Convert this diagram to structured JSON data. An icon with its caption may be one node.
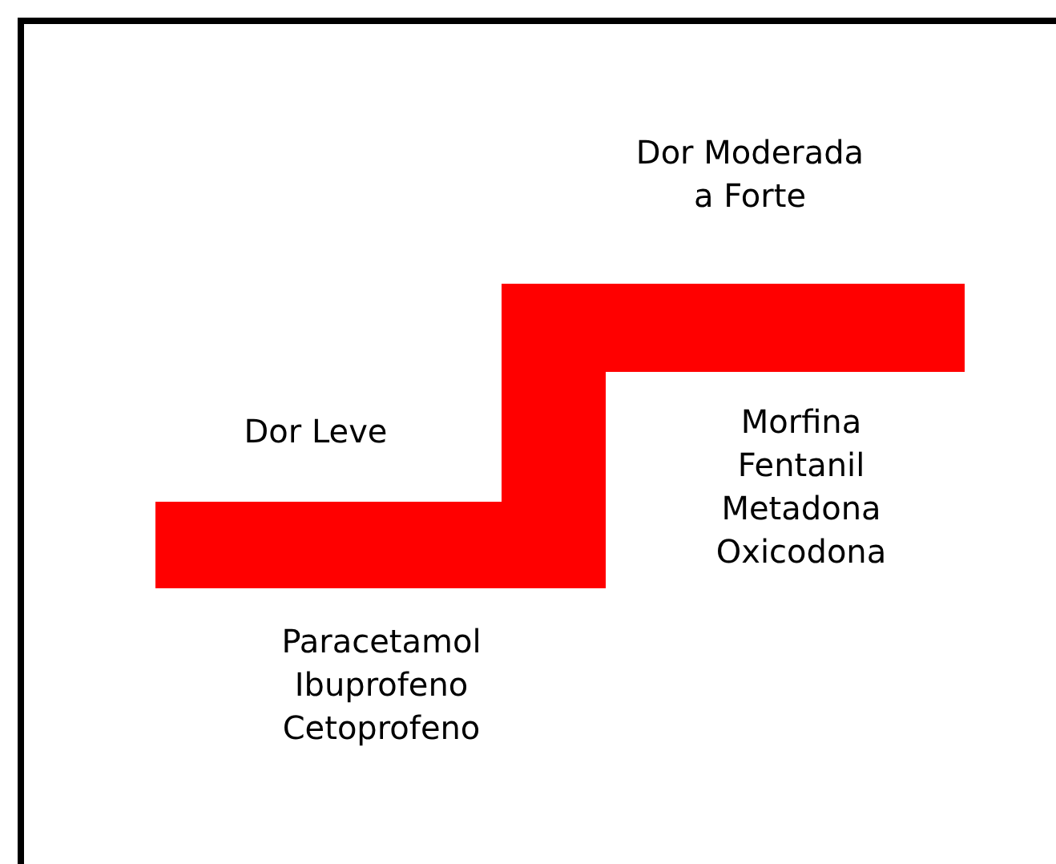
{
  "diagram": {
    "labels": [
      "Dor Moderada a Forte",
      "Dor Leve",
      "Morfina Fentanil Metadona Oxicodona",
      "Paracetamol Ibuprofeno Cetoprofeno"
    ]
  }
}
